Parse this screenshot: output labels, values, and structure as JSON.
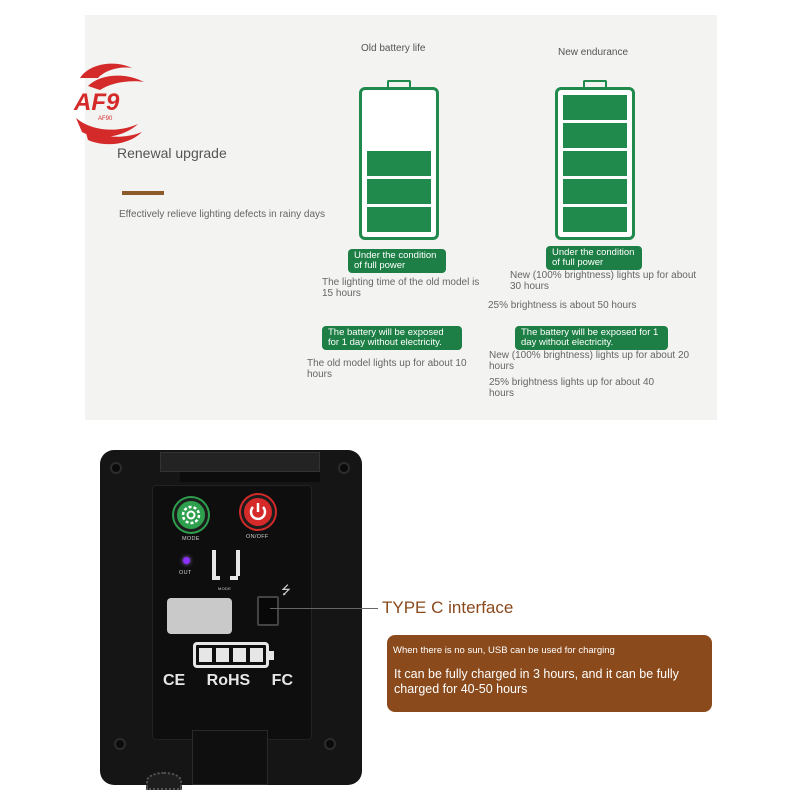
{
  "logo": {
    "text": "AF9",
    "subtext": "AF90",
    "color": "#d42a2a"
  },
  "intro": {
    "title": "Renewal upgrade",
    "subtitle": "Effectively relieve lighting defects in rainy days",
    "accent_color": "#8d5a2b"
  },
  "comparison": {
    "old": {
      "title": "Old battery life",
      "filled_cells": 3,
      "total_cells": 5,
      "pill1": "Under the condition of full power",
      "note1": "The lighting time of the old model is 15 hours",
      "pill2": "The battery will be exposed for 1 day without electricity.",
      "note2": "The old model lights up for about 10 hours"
    },
    "new": {
      "title": "New endurance",
      "filled_cells": 5,
      "total_cells": 5,
      "pill1": "Under the condition of full power",
      "note1": "New (100% brightness) lights up for about 30 hours",
      "note1b": "25% brightness is about 50 hours",
      "pill2": "The battery will be exposed for 1 day without electricity.",
      "note2": "New (100% brightness) lights up for about 20 hours",
      "note2b": "25% brightness lights up for about 40 hours"
    },
    "green": "#1f8a4c"
  },
  "device": {
    "mode_label": "MODE",
    "power_label": "ON/OFF",
    "out_label": "OUT",
    "display_label": "MODE",
    "cert_ce": "CE",
    "cert_rohs": "RoHS",
    "cert_fc": "FC",
    "battery_cells": 4
  },
  "callout": {
    "label": "TYPE C interface",
    "box_line1": "When there is no sun, USB can be used for charging",
    "box_line2": "It can be fully charged in 3 hours, and it can be fully charged for 40-50 hours",
    "box_color": "#8a4a1c"
  }
}
